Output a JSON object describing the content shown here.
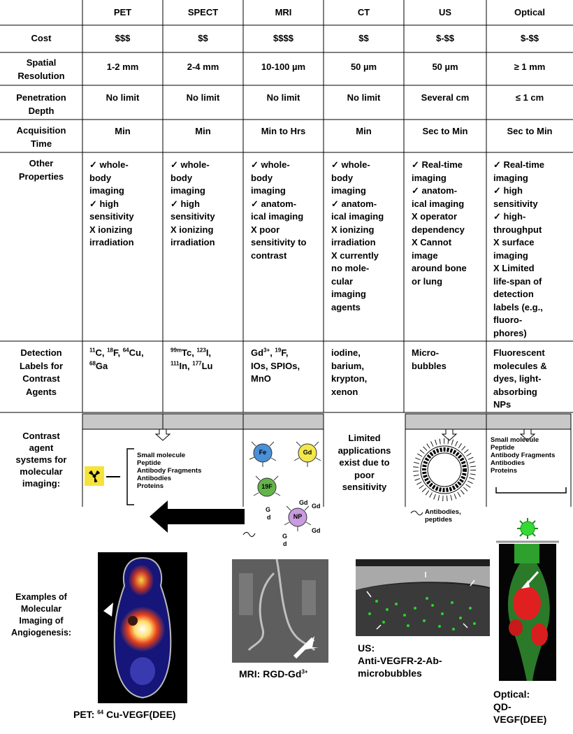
{
  "table": {
    "columns": [
      "PET",
      "SPECT",
      "MRI",
      "CT",
      "US",
      "Optical"
    ],
    "row_labels": {
      "cost": "Cost",
      "spatial": "Spatial\nResolution",
      "penetration": "Penetration\nDepth",
      "acquisition": "Acquisition\nTime",
      "other": "Other\nProperties",
      "labels": "Detection\nLabels for\nContrast\nAgents"
    },
    "cost": [
      "$$$",
      "$$",
      "$$$$",
      "$$",
      "$-$$",
      "$-$$"
    ],
    "spatial": [
      "1-2 mm",
      "2-4 mm",
      "10-100 µm",
      "50 µm",
      "50 µm",
      "≥ 1 mm"
    ],
    "penetration": [
      "No limit",
      "No limit",
      "No limit",
      "No limit",
      "Several cm",
      "≤ 1 cm"
    ],
    "acquisition": [
      "Min",
      "Min",
      "Min to Hrs",
      "Min",
      "Sec to Min",
      "Sec to Min"
    ],
    "other": [
      "✓ whole-\nbody\nimaging\n✓ high\nsensitivity\nX ionizing\nirradiation",
      "✓ whole-\nbody\nimaging\n✓ high\nsensitivity\nX ionizing\nirradiation",
      "✓ whole-\nbody\nimaging\n✓ anatom-\nical imaging\nX poor\nsensitivity to\ncontrast",
      "✓ whole-\nbody\nimaging\n✓ anatom-\nical imaging\nX ionizing\nirradiation\nX currently\nno mole-\ncular\nimaging\nagents",
      "✓ Real-time\nimaging\n✓ anatom-\nical imaging\nX operator\ndependency\nX Cannot\nimage\naround bone\nor lung",
      "✓ Real-time\nimaging\n✓ high\nsensitivity\n✓ high-\nthroughput\nX surface\nimaging\nX Limited\nlife-span of\ndetection\nlabels (e.g.,\nfluoro-\nphores)"
    ],
    "labels_ct": "iodine,\nbarium,\nkrypton,\nxenon",
    "labels_us": "Micro-\nbubbles",
    "labels_opt": "Fluorescent\nmolecules &\ndyes, light-\nabsorbing\nNPs"
  },
  "contrast": {
    "heading": "Contrast\nagent\nsystems for\nmolecular\nimaging:",
    "pet_list": "Small molecule\nPeptide\nAntibody Fragments\nAntibodies\nProteins",
    "ct_text": "Limited\napplications\nexist due to\npoor\nsensitivity",
    "us_caption": "Antibodies,\npeptides",
    "opt_list": "Small molecule\nPeptide\nAntibody Fragments\nAntibodies\nProteins",
    "np_labels": {
      "fe": "Fe",
      "gd": "Gd",
      "f19": "19F",
      "np": "NP"
    }
  },
  "examples": {
    "heading": "Examples of\nMolecular\nImaging of\nAngiogenesis:",
    "mri_caption_pre": "MRI:  RGD-Gd",
    "mri_caption_sup": "3+",
    "us_caption": "US:\nAnti-VEGFR-2-Ab-\nmicrobubbles",
    "pet_caption_pre": "PET: ",
    "pet_caption_sup": "64",
    "pet_caption_post": " Cu-VEGF(DEE)",
    "opt_caption": "Optical:\nQD-\nVEGF(DEE)"
  },
  "colors": {
    "grid": "#000000",
    "bar": "#c8c8c8",
    "radiation": "#f5e33a",
    "fe": "#4a90d9",
    "gd": "#f2e84b",
    "f19": "#63b54a",
    "np": "#c99be0",
    "qd": "#34d934"
  }
}
